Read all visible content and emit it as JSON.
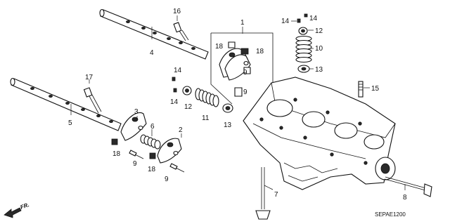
{
  "diagram": {
    "callouts": [
      "1",
      "2",
      "3",
      "4",
      "5",
      "6",
      "7",
      "8",
      "9",
      "10",
      "11",
      "12",
      "13",
      "14",
      "15",
      "16",
      "17",
      "18"
    ],
    "part_code": "SEPAE1200",
    "direction_label": "FR."
  }
}
